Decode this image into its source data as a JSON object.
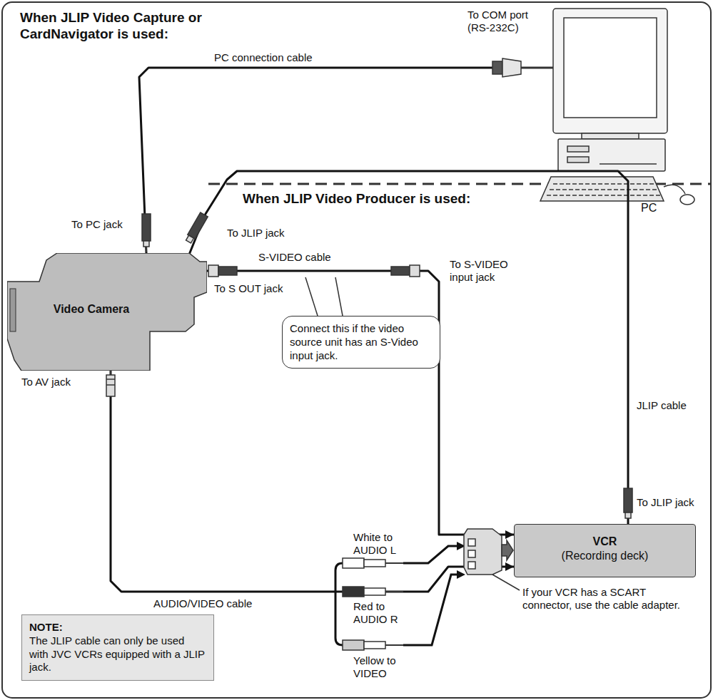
{
  "diagram": {
    "nodes": [
      {
        "text": [
          "PC"
        ]
      },
      {
        "text": [
          "Video Camera"
        ]
      },
      {
        "text": [
          "Connect this if the video source unit has an S-Video input jack."
        ]
      },
      {
        "text": [
          "VCR",
          "(Recording deck)"
        ]
      },
      {
        "text": [
          "NOTE:",
          "The JLIP cable can only be used with JVC VCRs equipped with a JLIP jack."
        ]
      }
    ],
    "edges": [
      {
        "from": 1,
        "to": 0,
        "arrow": "none",
        "label": "PC connection cable"
      },
      {
        "from": 1,
        "to": 3,
        "arrow": "none",
        "label": "JLIP cable"
      },
      {
        "from": 1,
        "to": 3,
        "arrow": "to",
        "label": "S-VIDEO cable"
      },
      {
        "from": 1,
        "to": 3,
        "arrow": "to",
        "label": "AUDIO/VIDEO cable"
      }
    ],
    "labels": [
      "When JLIP Video Capture or CardNavigator is used:",
      "To COM port (RS-232C)",
      "To PC jack",
      "To JLIP jack",
      "When JLIP Video Producer is used:",
      "To S OUT jack",
      "To S-VIDEO input jack",
      "To AV jack",
      "To JLIP jack",
      "White to AUDIO L",
      "Red to AUDIO R",
      "Yellow to VIDEO",
      "If your VCR has a SCART connector, use the cable adapter."
    ]
  }
}
